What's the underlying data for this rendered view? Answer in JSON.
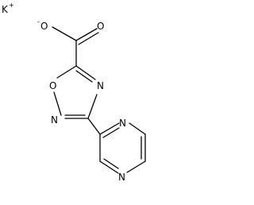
{
  "molecule": {
    "counterion": {
      "symbol": "K",
      "charge": "+"
    },
    "carboxylate": {
      "oxide_charge": "-",
      "oxide": "O",
      "carbonyl": "O"
    },
    "oxadiazole": {
      "ring_O": "O",
      "N_upper": "N",
      "N_lower": "N"
    },
    "pyrazine": {
      "N_upper": "N",
      "N_lower": "N"
    }
  }
}
